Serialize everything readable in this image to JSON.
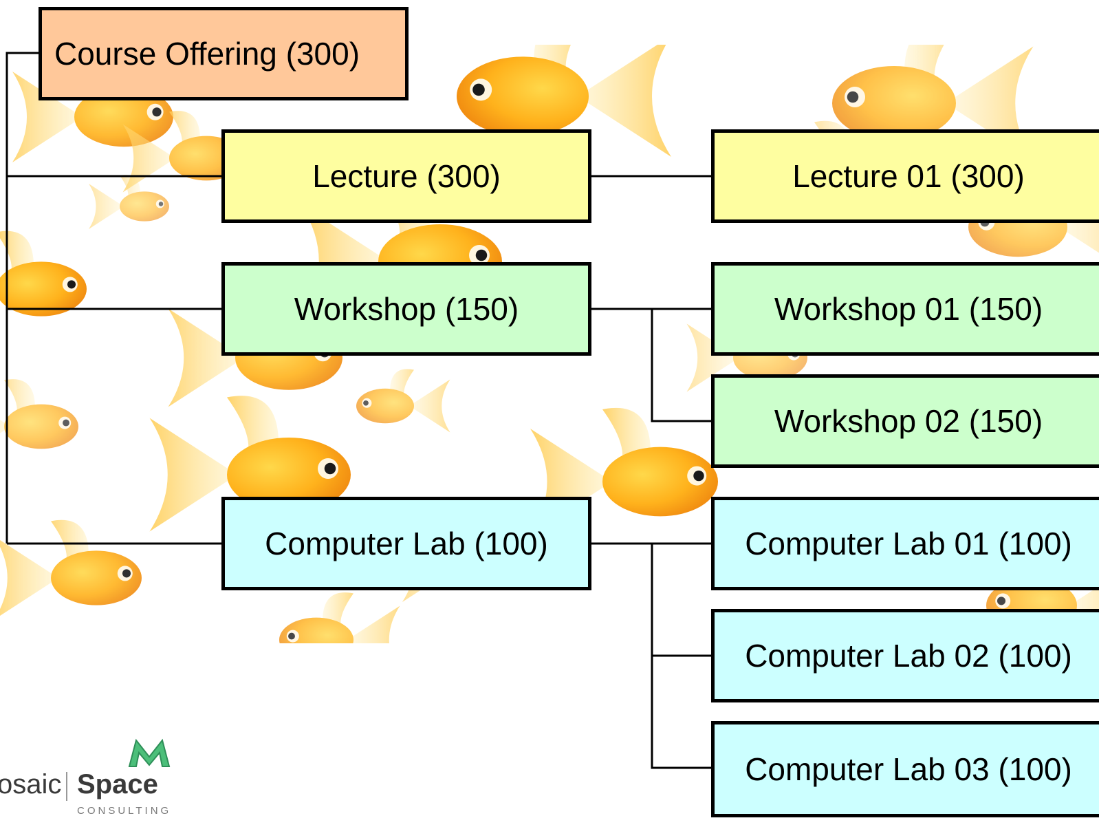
{
  "diagram": {
    "root": {
      "label": "Course Offering (300)",
      "color": "#ffc89a"
    },
    "activities": [
      {
        "id": "lecture",
        "label": "Lecture (300)",
        "color": "#fefea0"
      },
      {
        "id": "workshop",
        "label": "Workshop (150)",
        "color": "#ccffcc"
      },
      {
        "id": "lab",
        "label": "Computer Lab (100)",
        "color": "#ccffff"
      }
    ],
    "sessions": [
      {
        "parent": "lecture",
        "label": "Lecture 01 (300)",
        "color": "#fefea0"
      },
      {
        "parent": "workshop",
        "label": "Workshop 01 (150)",
        "color": "#ccffcc"
      },
      {
        "parent": "workshop",
        "label": "Workshop 02 (150)",
        "color": "#ccffcc"
      },
      {
        "parent": "lab",
        "label": "Computer Lab 01 (100)",
        "color": "#ccffff"
      },
      {
        "parent": "lab",
        "label": "Computer Lab 02 (100)",
        "color": "#ccffff"
      },
      {
        "parent": "lab",
        "label": "Computer Lab 03 (100)",
        "color": "#ccffff"
      }
    ]
  },
  "logo": {
    "word1": "osaic",
    "word2": "Space",
    "tagline": "CONSULTING",
    "mark_color": "#4cbf7a"
  }
}
